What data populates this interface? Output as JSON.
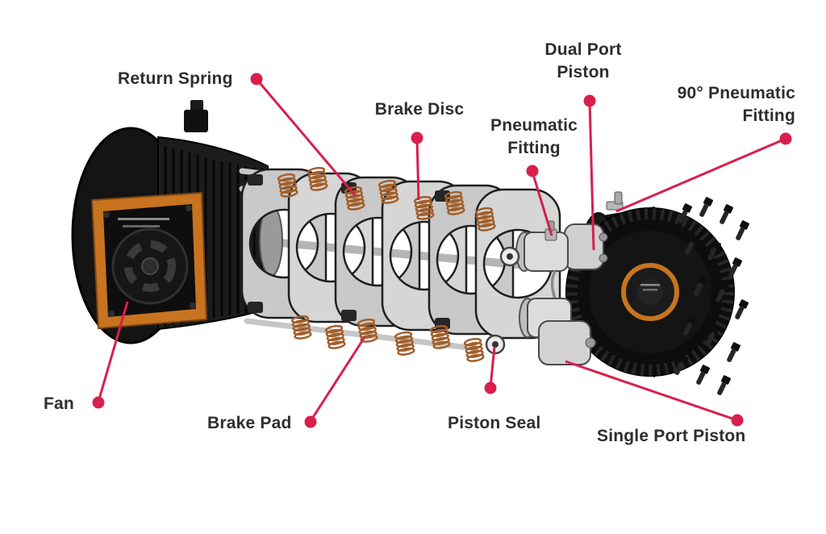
{
  "colors": {
    "accent": "#d91f4c",
    "label_text": "#2e2e2e",
    "frame_orange": "#c8731f",
    "spring_copper": "#a35f2b"
  },
  "labels": {
    "return_spring": {
      "text": "Return Spring"
    },
    "brake_disc": {
      "text": "Brake Disc"
    },
    "pneumatic_fitting": {
      "text": "Pneumatic Fitting"
    },
    "dual_port_piston": {
      "text": "Dual Port Piston"
    },
    "ninety_pneumatic_fitting": {
      "text": "90° Pneumatic Fitting"
    },
    "fan": {
      "text": "Fan"
    },
    "brake_pad": {
      "text": "Brake Pad"
    },
    "piston_seal": {
      "text": "Piston Seal"
    },
    "single_port_piston": {
      "text": "Single Port Piston"
    }
  }
}
